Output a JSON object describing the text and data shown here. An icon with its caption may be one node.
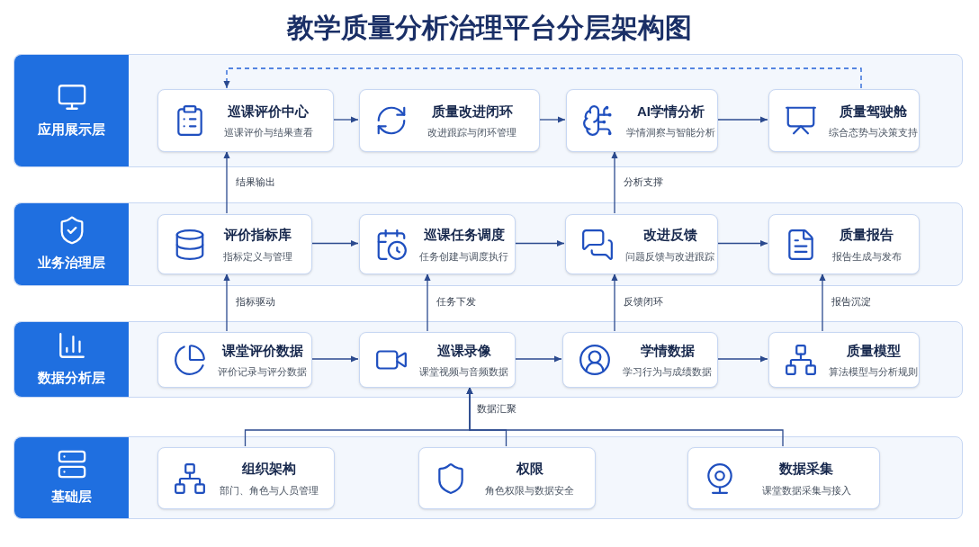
{
  "diagram": {
    "title": "教学质量分析治理平台分层架构图",
    "nodes": [
      {
        "text": [
          "应用展示层"
        ]
      },
      {
        "text": [
          "巡课评价中心",
          "巡课评价与结果查看"
        ],
        "in": 0
      },
      {
        "text": [
          "质量改进闭环",
          "改进跟踪与闭环管理"
        ],
        "in": 0
      },
      {
        "text": [
          "AI学情分析",
          "学情洞察与智能分析"
        ],
        "in": 0
      },
      {
        "text": [
          "质量驾驶舱",
          "综合态势与决策支持"
        ],
        "in": 0
      },
      {
        "text": [
          "业务治理层"
        ]
      },
      {
        "text": [
          "评价指标库",
          "指标定义与管理"
        ],
        "in": 5
      },
      {
        "text": [
          "巡课任务调度",
          "任务创建与调度执行"
        ],
        "in": 5
      },
      {
        "text": [
          "改进反馈",
          "问题反馈与改进跟踪"
        ],
        "in": 5
      },
      {
        "text": [
          "质量报告",
          "报告生成与发布"
        ],
        "in": 5
      },
      {
        "text": [
          "数据分析层"
        ]
      },
      {
        "text": [
          "课堂评价数据",
          "评价记录与评分数据"
        ],
        "in": 10
      },
      {
        "text": [
          "巡课录像",
          "课堂视频与音频数据"
        ],
        "in": 10
      },
      {
        "text": [
          "学情数据",
          "学习行为与成绩数据"
        ],
        "in": 10
      },
      {
        "text": [
          "质量模型",
          "算法模型与分析规则"
        ],
        "in": 10
      },
      {
        "text": [
          "基础层"
        ]
      },
      {
        "text": [
          "组织架构",
          "部门、角色与人员管理"
        ],
        "in": 15
      },
      {
        "text": [
          "权限",
          "角色权限与数据安全"
        ],
        "in": 15
      },
      {
        "text": [
          "数据采集",
          "课堂数据采集与接入"
        ],
        "in": 15
      }
    ],
    "edges": [
      {
        "from": 1,
        "to": 2,
        "arrow": "to"
      },
      {
        "from": 2,
        "to": 3,
        "arrow": "to"
      },
      {
        "from": 3,
        "to": 4,
        "arrow": "to"
      },
      {
        "from": 4,
        "to": 1,
        "arrow": "to",
        "style": "dashed"
      },
      {
        "from": 6,
        "to": 7,
        "arrow": "to"
      },
      {
        "from": 7,
        "to": 8,
        "arrow": "to"
      },
      {
        "from": 8,
        "to": 9,
        "arrow": "to"
      },
      {
        "from": 6,
        "to": 1,
        "arrow": "to",
        "label": "结果输出"
      },
      {
        "from": 8,
        "to": 3,
        "arrow": "to",
        "label": "分析支撑"
      },
      {
        "from": 11,
        "to": 12,
        "arrow": "to"
      },
      {
        "from": 12,
        "to": 13,
        "arrow": "to"
      },
      {
        "from": 13,
        "to": 14,
        "arrow": "to"
      },
      {
        "from": 11,
        "to": 6,
        "arrow": "to",
        "label": "指标驱动"
      },
      {
        "from": 12,
        "to": 7,
        "arrow": "to",
        "label": "任务下发"
      },
      {
        "from": 13,
        "to": 8,
        "arrow": "to",
        "label": "反馈闭环"
      },
      {
        "from": 14,
        "to": 9,
        "arrow": "to",
        "label": "报告沉淀"
      },
      {
        "from": 16,
        "to": 12,
        "arrow": "to"
      },
      {
        "from": 17,
        "to": 12,
        "arrow": "to",
        "label": "数据汇聚"
      },
      {
        "from": 18,
        "to": 12,
        "arrow": "to"
      }
    ]
  }
}
